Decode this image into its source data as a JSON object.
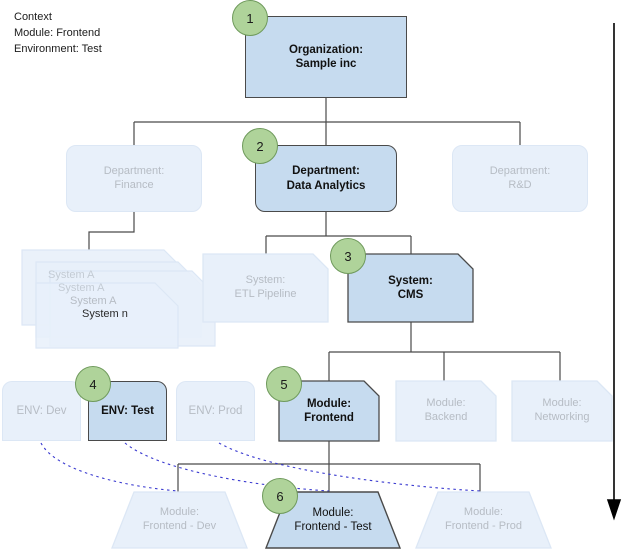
{
  "context": {
    "lines": "Context\nModule: Frontend\nEnvironment: Test"
  },
  "colors": {
    "active_fill": "#c6dbef",
    "active_stroke": "#4a4a4a",
    "faded_fill": "#e8f0fa",
    "faded_stroke": "#dce7f5",
    "badge_fill": "#afd39a",
    "badge_stroke": "#6f9a5c",
    "connector": "#4a4a4a",
    "dashed_connector": "#3a3ad0",
    "timeline_arrow": "#000000"
  },
  "diagram": {
    "type": "hierarchy-tree",
    "rows": [
      {
        "level": "organization",
        "nodes": [
          {
            "id": "org",
            "label": "Organization:\nSample inc",
            "state": "active",
            "badge": "1",
            "shape": "rect"
          }
        ]
      },
      {
        "level": "department",
        "nodes": [
          {
            "id": "dept-finance",
            "label": "Department:\nFinance",
            "state": "faded",
            "badge": null,
            "shape": "rounded"
          },
          {
            "id": "dept-data-analytics",
            "label": "Department:\nData Analytics",
            "state": "active",
            "badge": "2",
            "shape": "rounded"
          },
          {
            "id": "dept-rd",
            "label": "Department:\nR&D",
            "state": "faded",
            "badge": null,
            "shape": "rounded"
          }
        ]
      },
      {
        "level": "system",
        "nodes": [
          {
            "id": "system-stack",
            "label": "System A\nSystem A\nSystem A\nSystem n",
            "state": "faded",
            "badge": null,
            "shape": "cut-stack"
          },
          {
            "id": "system-etl",
            "label": "System:\nETL Pipeline",
            "state": "faded",
            "badge": null,
            "shape": "cut"
          },
          {
            "id": "system-cms",
            "label": "System:\nCMS",
            "state": "active",
            "badge": "3",
            "shape": "cut"
          }
        ]
      },
      {
        "level": "environment",
        "nodes": [
          {
            "id": "env-dev",
            "label": "ENV: Dev",
            "state": "faded",
            "badge": null,
            "shape": "roundtop"
          },
          {
            "id": "env-test",
            "label": "ENV: Test",
            "state": "active",
            "badge": "4",
            "shape": "roundtop"
          },
          {
            "id": "env-prod",
            "label": "ENV: Prod",
            "state": "faded",
            "badge": null,
            "shape": "roundtop"
          }
        ]
      },
      {
        "level": "module",
        "nodes": [
          {
            "id": "module-frontend",
            "label": "Module:\nFrontend",
            "state": "active",
            "badge": "5",
            "shape": "cut"
          },
          {
            "id": "module-backend",
            "label": "Module:\nBackend",
            "state": "faded",
            "badge": null,
            "shape": "cut"
          },
          {
            "id": "module-networking",
            "label": "Module:\nNetworking",
            "state": "faded",
            "badge": null,
            "shape": "cut"
          }
        ]
      },
      {
        "level": "module-instance",
        "nodes": [
          {
            "id": "module-frontend-dev",
            "label": "Module:\nFrontend - Dev",
            "state": "faded",
            "badge": null,
            "shape": "trapezoid"
          },
          {
            "id": "module-frontend-test",
            "label": "Module:\nFrontend - Test",
            "state": "active",
            "badge": "6",
            "shape": "trapezoid"
          },
          {
            "id": "module-frontend-prod",
            "label": "Module:\nFrontend - Prod",
            "state": "faded",
            "badge": null,
            "shape": "trapezoid"
          }
        ]
      }
    ],
    "system_stack_labels": [
      "System A",
      "System A",
      "System A",
      "System n"
    ],
    "badges": [
      "1",
      "2",
      "3",
      "4",
      "5",
      "6"
    ]
  }
}
